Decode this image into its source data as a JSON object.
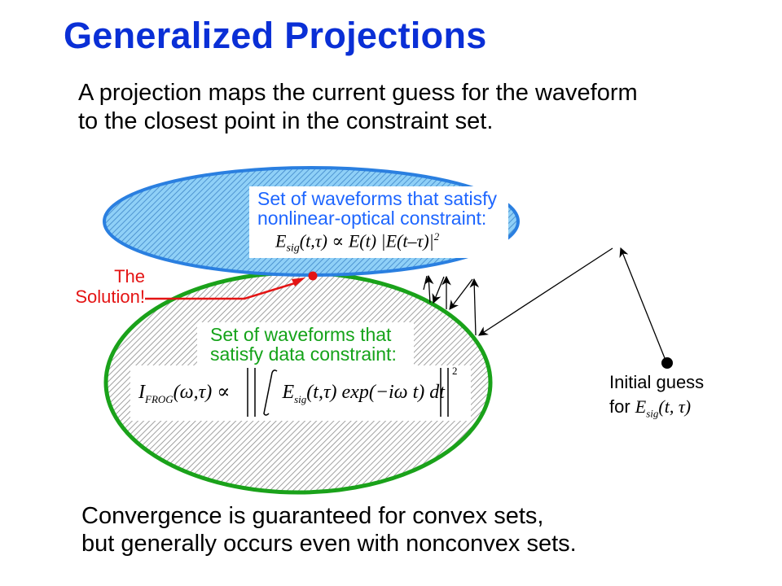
{
  "slide": {
    "title": "Generalized Projections",
    "intro_lines": [
      "A projection maps the current guess for the waveform",
      "to the closest point in the constraint set."
    ],
    "outro_lines": [
      "Convergence is guaranteed for convex sets,",
      "but generally occurs even with nonconvex sets."
    ]
  },
  "nonlinear_set": {
    "label_lines": [
      "Set of waveforms that satisfy",
      "nonlinear-optical constraint:"
    ],
    "equation": {
      "E": "E",
      "sub": "sig",
      "rest": "(t,τ) ∝ E(t) |E(t–τ)|",
      "sup": "2"
    },
    "fill_color": "#46a6ef",
    "text_color": "#1e66ff"
  },
  "data_set": {
    "label_lines": [
      "Set of waveforms that",
      "satisfy data constraint:"
    ],
    "equation": {
      "I": "I",
      "I_sub": "FROG",
      "lhs_args": "(ω,τ) ∝",
      "integrand_E": "E",
      "integrand_sub": "sig",
      "integrand_rest": "(t,τ) exp(−iω t) dt",
      "sup": "2"
    },
    "border_color": "#1aa21a",
    "text_color": "#15a31a"
  },
  "solution_label_lines": [
    "The",
    "Solution!"
  ],
  "initial_guess": {
    "line1": "Initial guess",
    "line2_prefix": "for ",
    "eq_E": "E",
    "eq_sub": "sig",
    "eq_rest": "(t, τ)"
  }
}
